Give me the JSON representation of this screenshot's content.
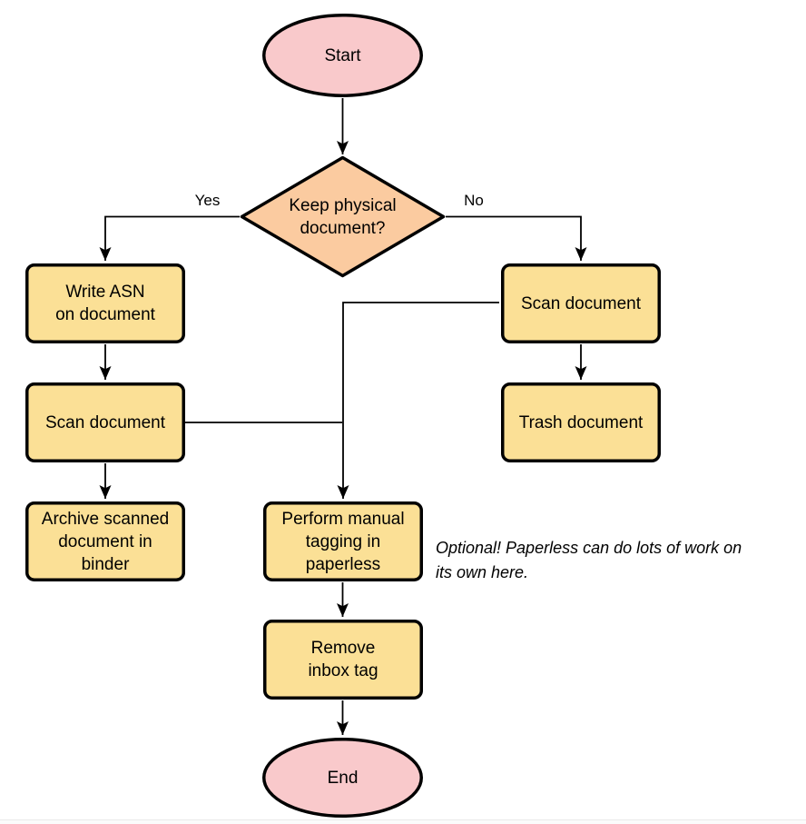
{
  "diagram": {
    "type": "flowchart",
    "nodes": {
      "start": {
        "label": "Start",
        "shape": "terminator"
      },
      "decision": {
        "label": "Keep physical\ndocument?",
        "shape": "decision"
      },
      "write_asn": {
        "label": "Write ASN\non document",
        "shape": "process"
      },
      "scan_left": {
        "label": "Scan document",
        "shape": "process"
      },
      "archive": {
        "label": "Archive scanned\ndocument in\nbinder",
        "shape": "process"
      },
      "scan_right": {
        "label": "Scan document",
        "shape": "process"
      },
      "trash": {
        "label": "Trash document",
        "shape": "process"
      },
      "tagging": {
        "label": "Perform manual\ntagging in\npaperless",
        "shape": "process"
      },
      "remove_inbox": {
        "label": "Remove\ninbox tag",
        "shape": "process"
      },
      "end": {
        "label": "End",
        "shape": "terminator"
      }
    },
    "edge_labels": {
      "yes": "Yes",
      "no": "No"
    },
    "note": "Optional! Paperless can do lots of work on\nits own here.",
    "colors": {
      "terminator_fill": "#f9c9cb",
      "decision_fill": "#fbcba0",
      "process_fill": "#fbe096",
      "stroke": "#000000",
      "bottom_divider": "#e9e9e9"
    }
  }
}
